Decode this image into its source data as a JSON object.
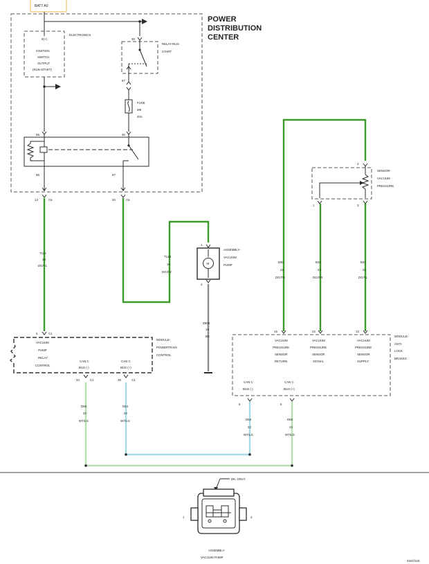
{
  "colors": {
    "green": "#3a9a2a",
    "light_green": "#b8e0b0",
    "light_blue": "#a6dbe6",
    "gray": "#8a8a8a",
    "black": "#2b2b2b",
    "fuse_box_border": "#e8b84a"
  },
  "batt_label": "BATT A0",
  "pdc": {
    "line1": "POWER",
    "line2": "DISTRIBUTION",
    "line3": "CENTER"
  },
  "pdc_internal": {
    "electronics_pin": "9(+)",
    "electronics_label": "ELECTRONICS",
    "ignition": [
      "IGNITION",
      "SWITCH",
      "OUTPUT",
      "(RUN-START)"
    ],
    "pin_30": "30",
    "relay_run_start": [
      "RELAY-RUN",
      "START"
    ],
    "pin_87": "87",
    "fuse": [
      "FUSE",
      "M9",
      "40A"
    ],
    "pin_85": "85",
    "pin_30b": "30",
    "pin_86": "86",
    "pin_87b": "87"
  },
  "connector_labels": {
    "left_pin": "13",
    "left_conn": "C6",
    "mid_pin": "20",
    "mid_conn": "C6"
  },
  "wires": {
    "t112": [
      "T112",
      "18",
      "DG/YL"
    ],
    "t128": [
      "T128",
      "16",
      "DG/GY"
    ],
    "z909": [
      "Z909",
      "16",
      "BK"
    ],
    "b30": [
      "B30",
      "22",
      "DG/TN"
    ],
    "b32": [
      "B32",
      "22",
      "DG/OR"
    ],
    "b31": [
      "B31",
      "22",
      "DG/YL"
    ],
    "d65_left": [
      "D65",
      "22",
      "WT/LG"
    ],
    "d64_left": [
      "D64",
      "22",
      "WT/LG"
    ],
    "d64_right": [
      "D64",
      "22",
      "WT/LG"
    ],
    "d65_right": [
      "D65",
      "22",
      "WT/LG"
    ]
  },
  "vacuum_pump": {
    "label": [
      "ASSEMBLY-",
      "VACUUM",
      "PUMP"
    ],
    "pin1": "1",
    "pin2": "2",
    "motor": "M"
  },
  "sensor": {
    "label": [
      "SENSOR-",
      "VACUUM",
      "PRESSURE"
    ],
    "pin2": "2",
    "pin1": "1",
    "pin3": "3"
  },
  "pcm": {
    "label": [
      "MODULE-",
      "POWERTRAIN",
      "CONTROL"
    ],
    "pin_top": "6",
    "conn_top": "C1",
    "relay_text": [
      "VACUUM",
      "PUMP",
      "RELAY",
      "CONTROL"
    ],
    "canc_minus": [
      "CAN C",
      "BUS (-)"
    ],
    "canc_plus": [
      "CAN C",
      "BUS (+)"
    ],
    "pin_34": "34",
    "c1a": "C1",
    "pin_35": "35",
    "c1b": "C1"
  },
  "abs": {
    "label": [
      "MODULE-",
      "ANTI-",
      "LOCK",
      "BRAKES"
    ],
    "pin16": "16",
    "pin22": "22",
    "pin12": "12",
    "return_text": [
      "VACUUM",
      "PRESSURE",
      "SENSOR",
      "RETURN"
    ],
    "signal_text": [
      "VACUUM",
      "PRESSURE",
      "SENSOR",
      "SIGNAL"
    ],
    "supply_text": [
      "VACUUM",
      "PRESSURE",
      "SENSOR",
      "SUPPLY"
    ],
    "canc_minus": [
      "CAN C",
      "BUS (-)"
    ],
    "canc_plus": [
      "CAN C",
      "BUS (+)"
    ],
    "pin6": "6",
    "pin5": "5"
  },
  "connector_view": {
    "color_label": "DK. GRAY",
    "pin1": "1",
    "pin2": "2",
    "title": [
      "ASSEMBLY-",
      "VACUUM PUMP"
    ]
  },
  "figure_id": "0341f133"
}
